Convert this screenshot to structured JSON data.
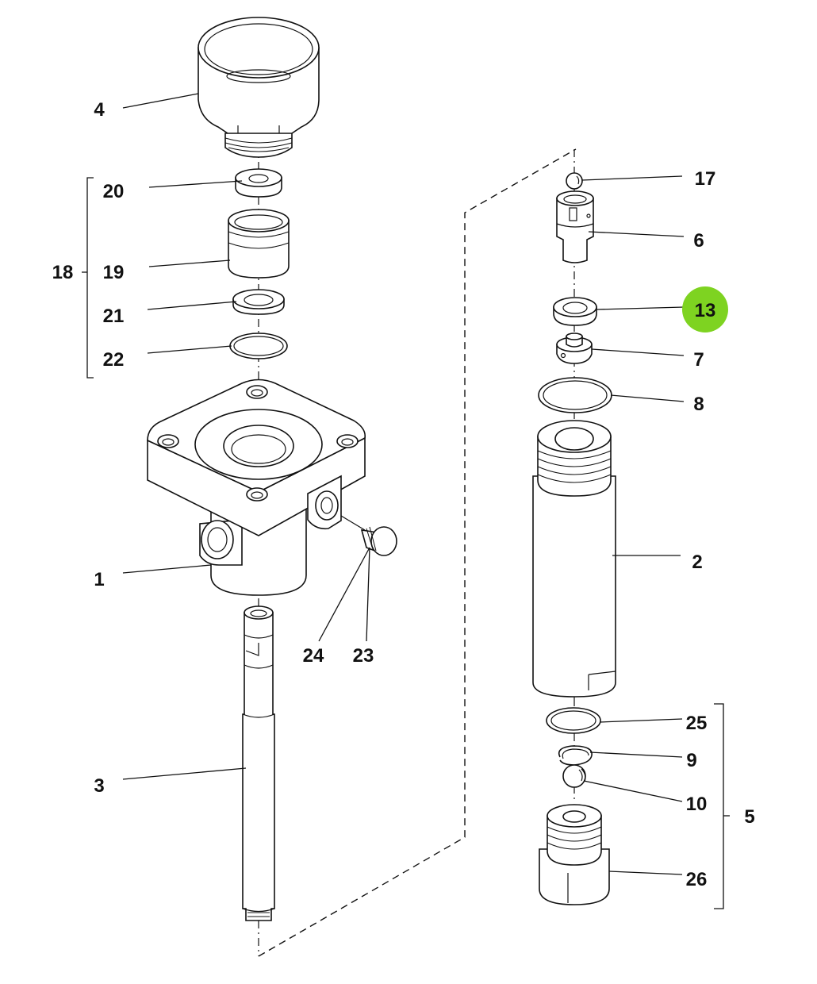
{
  "colors": {
    "highlight": "#7ed321",
    "line": "#111111",
    "background": "#ffffff"
  },
  "callouts": [
    {
      "id": "p4",
      "label": "4"
    },
    {
      "id": "p20",
      "label": "20"
    },
    {
      "id": "p18",
      "label": "18"
    },
    {
      "id": "p19",
      "label": "19"
    },
    {
      "id": "p21",
      "label": "21"
    },
    {
      "id": "p22",
      "label": "22"
    },
    {
      "id": "p1",
      "label": "1"
    },
    {
      "id": "p24",
      "label": "24"
    },
    {
      "id": "p23",
      "label": "23"
    },
    {
      "id": "p3",
      "label": "3"
    },
    {
      "id": "p17",
      "label": "17"
    },
    {
      "id": "p6",
      "label": "6"
    },
    {
      "id": "p13",
      "label": "13",
      "highlighted": true
    },
    {
      "id": "p7",
      "label": "7"
    },
    {
      "id": "p8",
      "label": "8"
    },
    {
      "id": "p2",
      "label": "2"
    },
    {
      "id": "p25",
      "label": "25"
    },
    {
      "id": "p9",
      "label": "9"
    },
    {
      "id": "p10",
      "label": "10"
    },
    {
      "id": "p5",
      "label": "5"
    },
    {
      "id": "p26",
      "label": "26"
    }
  ]
}
